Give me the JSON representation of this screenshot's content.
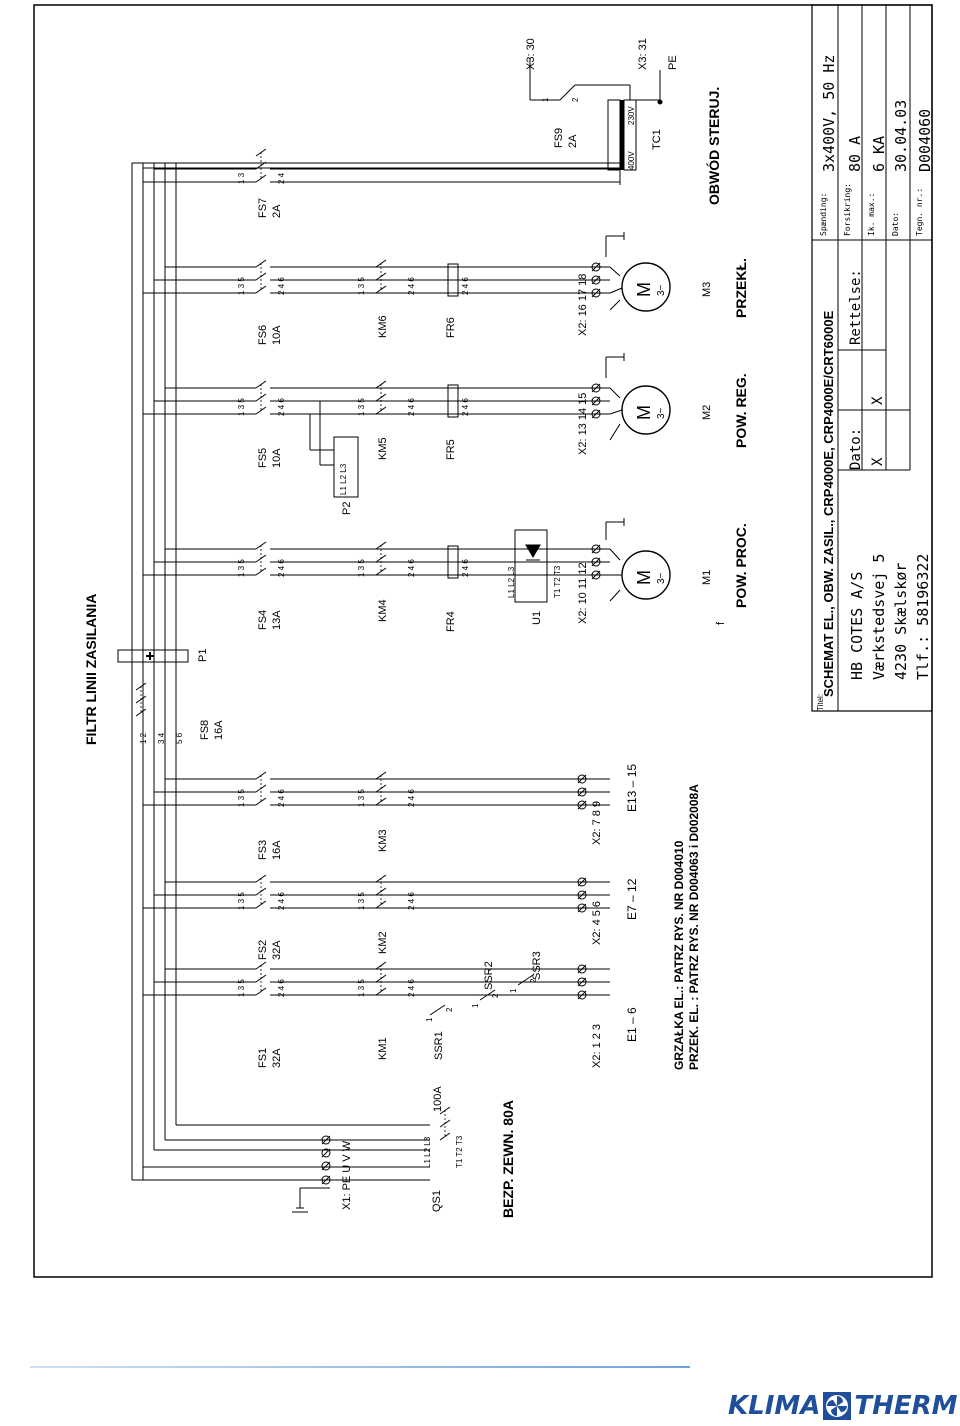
{
  "title_header": "FILTR LINII ZASILANIA",
  "labels": {
    "bezp": "BEZP. ZEWN. 80A",
    "grzalka": "GRZAŁKA EL.: PATRZ RYS. NR D004010",
    "przek": "PRZEK. EL. : PATRZ RYS. NR D004063 i D002008A",
    "pow_proc": "POW. PROC.",
    "pow_reg": "POW. REG.",
    "przekl": "PRZEKŁ.",
    "obwod": "OBWÓD STERUJ.",
    "mark_f": "f"
  },
  "components": {
    "X1": "X1: PE  U  V  W",
    "QS1": "QS1",
    "QS1_rating": "100A",
    "QS1_top": "L1  L2  L3",
    "QS1_bot": "T1  T2  T3",
    "FS1": "FS1",
    "FS1_r": "32A",
    "FS2": "FS2",
    "FS2_r": "32A",
    "FS3": "FS3",
    "FS3_r": "16A",
    "FS4": "FS4",
    "FS4_r": "13A",
    "FS5": "FS5",
    "FS5_r": "10A",
    "FS6": "FS6",
    "FS6_r": "10A",
    "FS7": "FS7",
    "FS7_r": "2A",
    "FS8": "FS8",
    "FS8_r": "16A",
    "FS9": "FS9",
    "FS9_r": "2A",
    "KM1": "KM1",
    "KM2": "KM2",
    "KM3": "KM3",
    "KM4": "KM4",
    "KM5": "KM5",
    "KM6": "KM6",
    "FR4": "FR4",
    "FR5": "FR5",
    "FR6": "FR6",
    "SSR1": "SSR1",
    "SSR2": "SSR2",
    "SSR3": "SSR3",
    "P1": "P1",
    "P2": "P2",
    "U1": "U1",
    "TC1": "TC1",
    "M1": "M1",
    "M2": "M2",
    "M3": "M3",
    "motor": "M",
    "motor_sub": "3~",
    "tc_in": "400V",
    "tc_out": "230V",
    "x3_30": "X3: 30",
    "x3_31": "X3: 31",
    "pe": "PE",
    "p2_term": "L1 L2 L3",
    "u1_in": "L1 L2 L3",
    "u1_out": "T1 T2 T3",
    "pins_135": "1  3  5",
    "pins_246": "2  4  6",
    "pins_13": "1  3",
    "pins_24": "2  4",
    "pins_12": "1  2",
    "pins_34": "3  4",
    "pins_56": "5  6",
    "pin_1": "1",
    "pin_2": "2"
  },
  "terminals": [
    {
      "x2": "X2: 1  2  3",
      "heater": "E1 – 6"
    },
    {
      "x2": "X2: 4  5  6",
      "heater": "E7 – 12"
    },
    {
      "x2": "X2: 7  8  9",
      "heater": "E13 – 15"
    },
    {
      "x2": "X2: 10 11 12"
    },
    {
      "x2": "X2: 13 14 15"
    },
    {
      "x2": "X2: 16 17 18"
    }
  ],
  "title_block": {
    "titel_label": "Titel:",
    "title": "SCHEMAT EL., OBW. ZASIL., CRP4000E, CRP4000E/CRT6000E",
    "company": "HB COTES A/S",
    "street": "Værkstedsvej 5",
    "city": "4230  Skælskør",
    "phone": "Tlf.: 58196322",
    "dato_label": "Dato:",
    "rettelse_label": "Rettelse:",
    "x1": "X",
    "x2": "X",
    "spending_label": "Spænding:",
    "spending": "3x400V, 50 Hz",
    "forsikring_label": "Forsikring:",
    "forsikring": "80 A",
    "ik_label": "Ik. max.:",
    "ik": "6 KA",
    "dato2_label": "Dato:",
    "dato2": "30.04.03",
    "tegn_label": "Tegn. nr.:",
    "tegn": "D004060"
  },
  "logo": {
    "left": "KLIMA",
    "right": "THERM",
    "reg": "®"
  }
}
